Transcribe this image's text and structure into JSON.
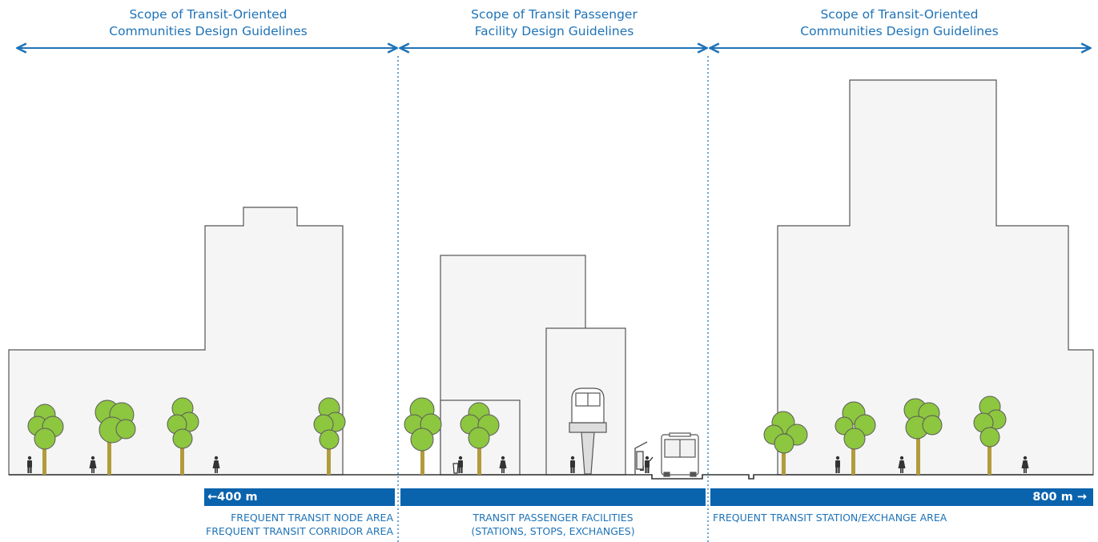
{
  "scopes": [
    {
      "line1": "Scope of Transit-Oriented",
      "line2": "Communities Design Guidelines"
    },
    {
      "line1": "Scope of Transit Passenger",
      "line2": "Facility Design Guidelines"
    },
    {
      "line1": "Scope of Transit-Oriented",
      "line2": "Communities Design Guidelines"
    }
  ],
  "bars": {
    "left": "←400 m",
    "right": "800 m →"
  },
  "areas": {
    "left_line1": "FREQUENT TRANSIT NODE AREA",
    "left_line2": "FREQUENT TRANSIT CORRIDOR AREA",
    "center_line1": "TRANSIT PASSENGER FACILITIES",
    "center_line2": "(STATIONS, STOPS, EXCHANGES)",
    "right_line1": "FREQUENT TRANSIT STATION/EXCHANGE AREA"
  },
  "colors": {
    "accent": "#0a63ad",
    "text": "#1f73b7",
    "building_fill": "#f5f5f5",
    "building_stroke": "#555555",
    "tree_canopy": "#8dc63f",
    "tree_trunk": "#b29b3b"
  },
  "icons": [
    "double-arrow-icon",
    "tree-icon",
    "person-icon",
    "skytrain-icon",
    "bus-icon",
    "bus-shelter-icon",
    "trash-can-icon"
  ]
}
